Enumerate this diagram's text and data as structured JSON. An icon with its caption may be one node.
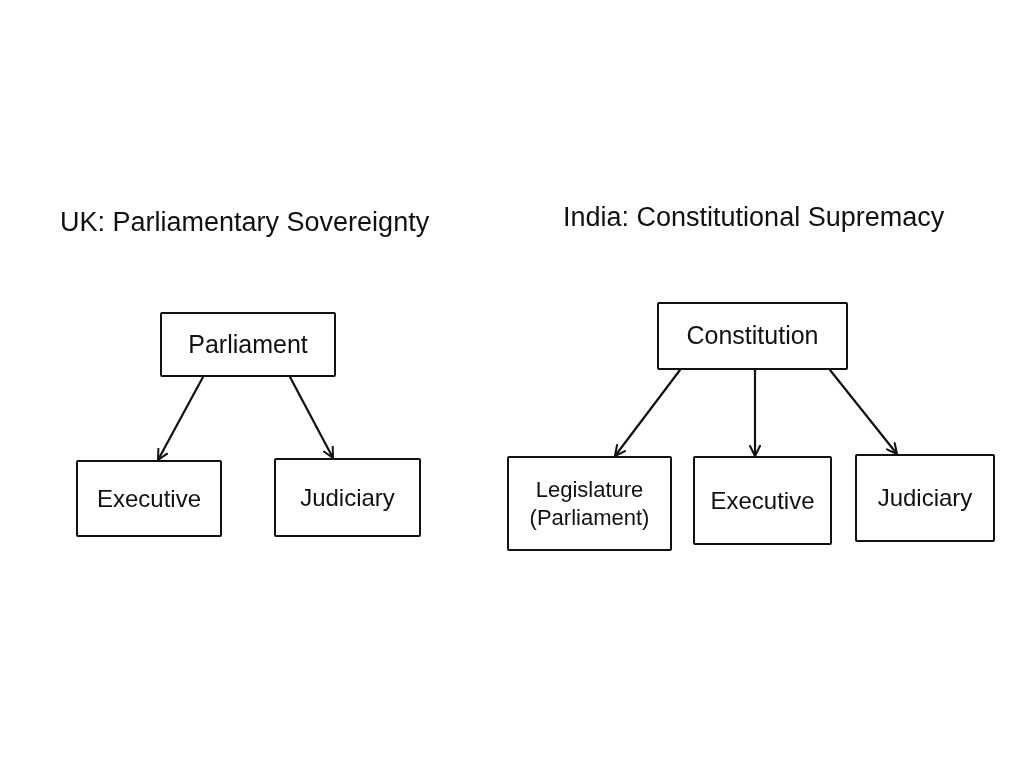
{
  "diagram": {
    "nodes": [
      {
        "text": [
          "Parliament"
        ]
      },
      {
        "text": [
          "Executive"
        ]
      },
      {
        "text": [
          "Judiciary"
        ]
      },
      {
        "text": [
          "Constitution"
        ]
      },
      {
        "text": [
          "Legislature (Parliament)"
        ]
      },
      {
        "text": [
          "Executive"
        ]
      },
      {
        "text": [
          "Judiciary"
        ]
      }
    ],
    "edges": [
      {
        "from": 0,
        "to": 1,
        "arrow": "to"
      },
      {
        "from": 0,
        "to": 2,
        "arrow": "to"
      },
      {
        "from": 3,
        "to": 4,
        "arrow": "to"
      },
      {
        "from": 3,
        "to": 5,
        "arrow": "to"
      },
      {
        "from": 3,
        "to": 6,
        "arrow": "to"
      }
    ],
    "labels": [
      "UK: Parliamentary Sovereignty",
      "India: Constitutional Supremacy"
    ]
  }
}
